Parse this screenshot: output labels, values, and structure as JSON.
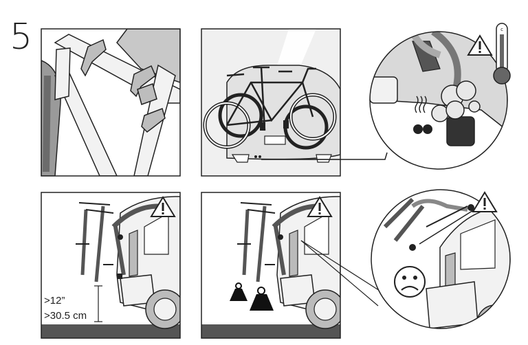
{
  "step_number": "5",
  "panels": [
    {
      "id": "strap-detail"
    },
    {
      "id": "exhaust-view"
    },
    {
      "id": "ground-clearance",
      "clearance_inches": ">12”",
      "clearance_cm": ">30.5 cm"
    },
    {
      "id": "overweight"
    }
  ],
  "callouts": [
    {
      "id": "heat-warning",
      "icons": [
        "warning-icon",
        "thermometer-icon"
      ]
    },
    {
      "id": "frame-contact",
      "icons": [
        "warning-icon",
        "sad-face-icon"
      ]
    }
  ],
  "colors": {
    "outline": "#222222",
    "road": "#555555",
    "light_fill": "#f2f2f2",
    "mid_fill": "#bbbbbb"
  }
}
